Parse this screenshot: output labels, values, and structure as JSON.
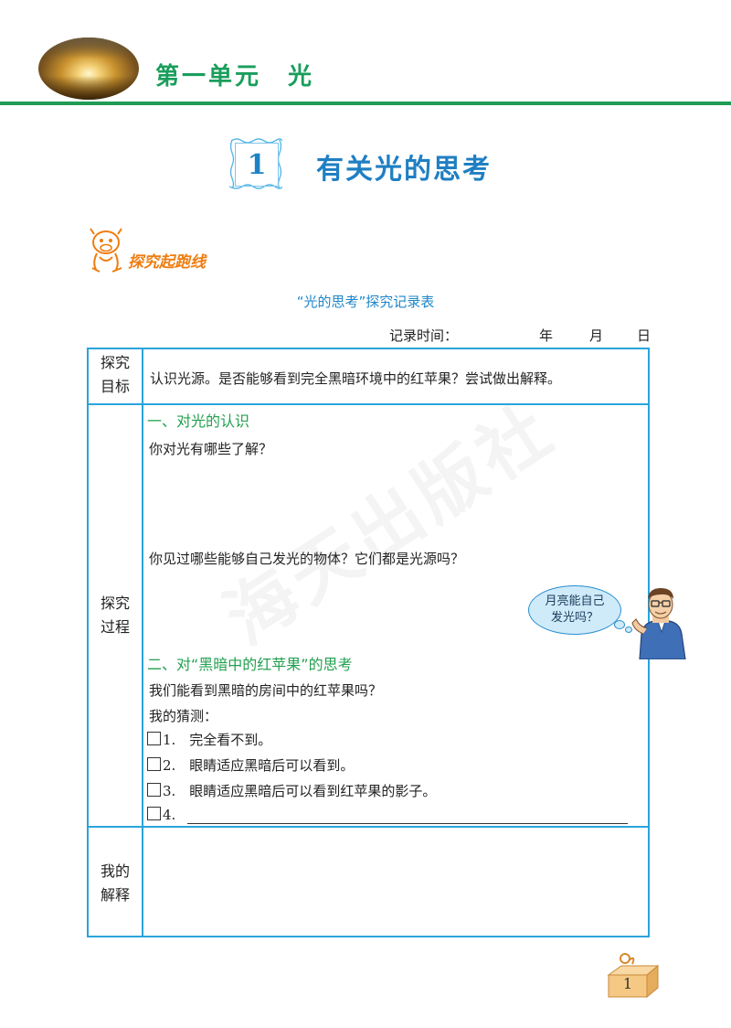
{
  "header": {
    "unit_title": "第一单元　光"
  },
  "lesson": {
    "number": "1",
    "title": "有关光的思考"
  },
  "badge": {
    "label": "探究起跑线"
  },
  "record_table": {
    "caption": "“光的思考”探究记录表",
    "record_time_label": "记录时间：",
    "year_label": "年",
    "month_label": "月",
    "day_label": "日",
    "rows": [
      {
        "header": "探究目标",
        "content": "认识光源。是否能够看到完全黑暗环境中的红苹果？尝试做出解释。"
      },
      {
        "header": "探究过程",
        "section1_title": "一、对光的认识",
        "question1": "你对光有哪些了解？",
        "question2": "你见过哪些能够自己发光的物体？它们都是光源吗？",
        "section2_title": "二、对“黑暗中的红苹果”的思考",
        "question3": "我们能看到黑暗的房间中的红苹果吗？",
        "guess_label": "我的猜测：",
        "options": [
          "1.　完全看不到。",
          "2.　眼睛适应黑暗后可以看到。",
          "3.　眼睛适应黑暗后可以看到红苹果的影子。",
          "4."
        ]
      },
      {
        "header": "我的解释"
      }
    ]
  },
  "speech_bubble": {
    "text_line1": "月亮能自己",
    "text_line2": "发光吗？"
  },
  "watermark": "海天出版社",
  "page_number": "1",
  "colors": {
    "header_green": "#1e9b54",
    "title_blue": "#1f7fc2",
    "table_border": "#2aa4dd",
    "section_green": "#22a04f",
    "badge_orange": "#ef7d10"
  }
}
